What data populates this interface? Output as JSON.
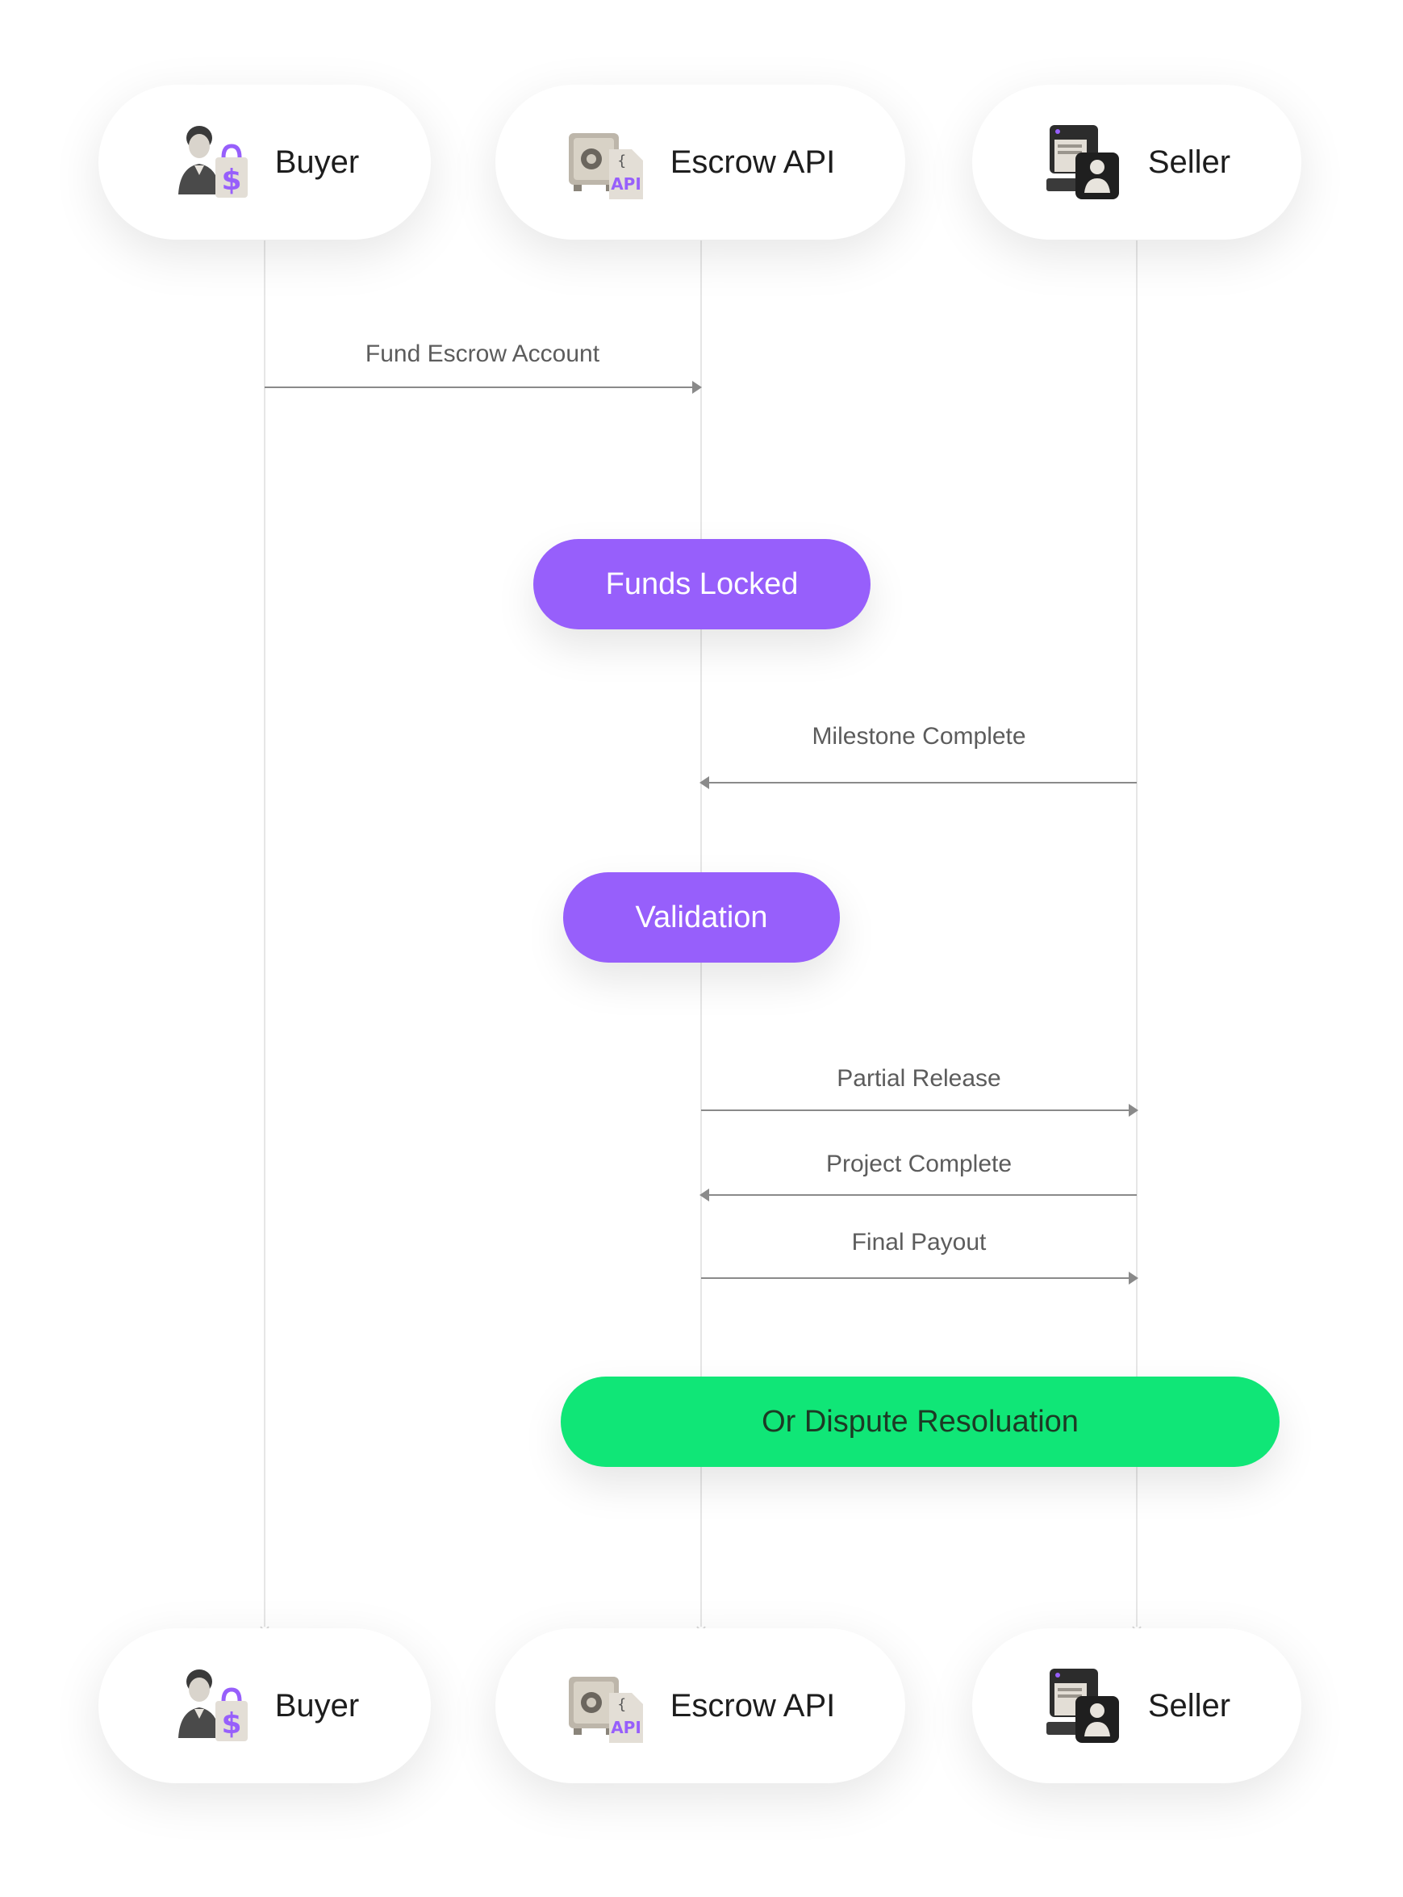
{
  "colors": {
    "state_accent": "#975ffb",
    "outcome_accent": "#10e677",
    "lifeline": "#e6e6e6",
    "message_line": "#8a8a8a",
    "message_text": "#5c5c5c",
    "actor_text": "#1d1d1d"
  },
  "actors": [
    {
      "label": "Buyer",
      "icon": "buyer-shopping-bag-icon"
    },
    {
      "label": "Escrow API",
      "icon": "safe-api-icon"
    },
    {
      "label": "Seller",
      "icon": "seller-id-card-icon"
    }
  ],
  "messages": [
    {
      "label": "Fund Escrow Account",
      "from": "Buyer",
      "to": "Escrow API"
    },
    {
      "label": "Milestone Complete",
      "from": "Seller",
      "to": "Escrow API"
    },
    {
      "label": "Partial Release",
      "from": "Escrow API",
      "to": "Seller"
    },
    {
      "label": "Project Complete",
      "from": "Seller",
      "to": "Escrow API"
    },
    {
      "label": "Final Payout",
      "from": "Escrow API",
      "to": "Seller"
    }
  ],
  "states": [
    {
      "label": "Funds Locked",
      "color": "purple"
    },
    {
      "label": "Validation",
      "color": "purple"
    },
    {
      "label": "Or Dispute Resoluation",
      "color": "green"
    }
  ]
}
